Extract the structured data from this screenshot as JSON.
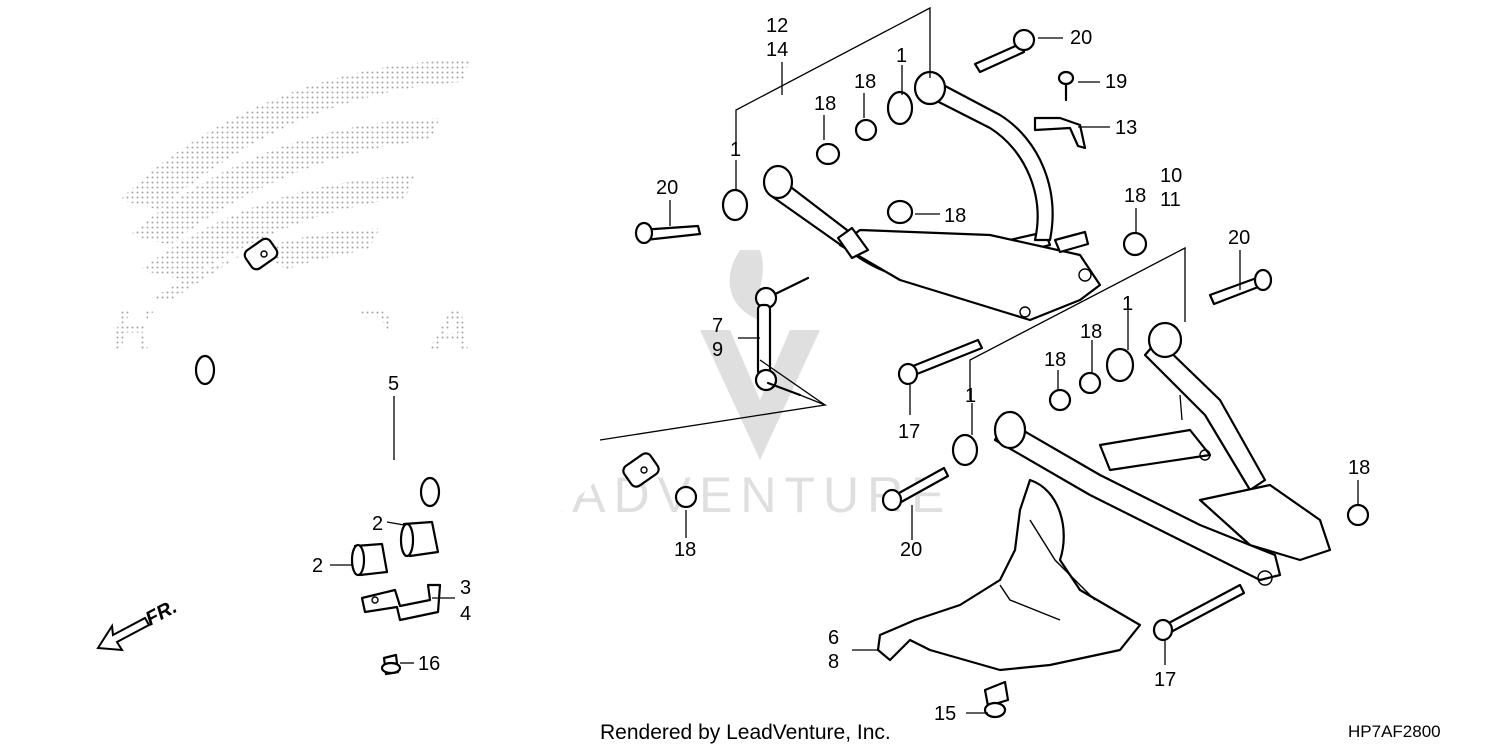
{
  "diagram": {
    "part_labels": {
      "l12": "12",
      "l14": "14",
      "l1a": "1",
      "l1b": "1",
      "l18a": "18",
      "l18b": "18",
      "l18c": "18",
      "l18d": "18",
      "l18e": "18",
      "l18f": "18",
      "l18g": "18",
      "l18h": "18",
      "l20a": "20",
      "l20b": "20",
      "l20c": "20",
      "l20d": "20",
      "l19": "19",
      "l13": "13",
      "l10": "10",
      "l11": "11",
      "l1c": "1",
      "l1d": "1",
      "l7": "7",
      "l9": "9",
      "l5": "5",
      "l2a": "2",
      "l2b": "2",
      "l3": "3",
      "l4": "4",
      "l16": "16",
      "l17a": "17",
      "l17b": "17",
      "l6": "6",
      "l8": "8",
      "l15": "15"
    },
    "front_indicator": "FR.",
    "brand_watermark": "HONDA",
    "watermark_text": "LEADVENTURE",
    "footer_credit": "Rendered by LeadVenture, Inc.",
    "diagram_code": "HP7AF2800"
  }
}
